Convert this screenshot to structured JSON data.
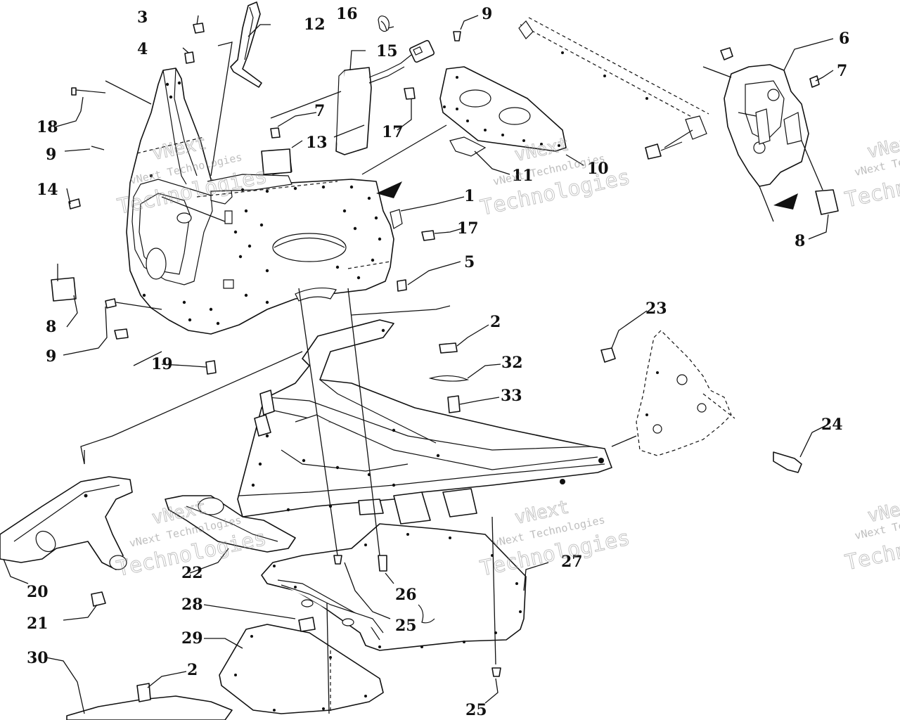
{
  "watermark": {
    "line1": "vNext Technologies",
    "line2": "Technologies",
    "line3": "vNext",
    "color": "#8a8a8a"
  },
  "callouts": {
    "c3": "3",
    "c4": "4",
    "c12": "12",
    "c16": "16",
    "c9a": "9",
    "c15": "15",
    "c6": "6",
    "c7a": "7",
    "c18": "18",
    "c7b": "7",
    "c17a": "17",
    "c9b": "9",
    "c13": "13",
    "c11": "11",
    "c10": "10",
    "c14": "14",
    "c1": "1",
    "c17b": "17",
    "c5": "5",
    "c8a": "8",
    "c8b": "8",
    "c9c": "9",
    "c19": "19",
    "c23": "23",
    "c2a": "2",
    "c32": "32",
    "c33": "33",
    "c24": "24",
    "c27": "27",
    "c20": "20",
    "c22": "22",
    "c26": "26",
    "c21": "21",
    "c28": "28",
    "c25a": "25",
    "c29": "29",
    "c30": "30",
    "c2b": "2",
    "c25b": "25"
  }
}
